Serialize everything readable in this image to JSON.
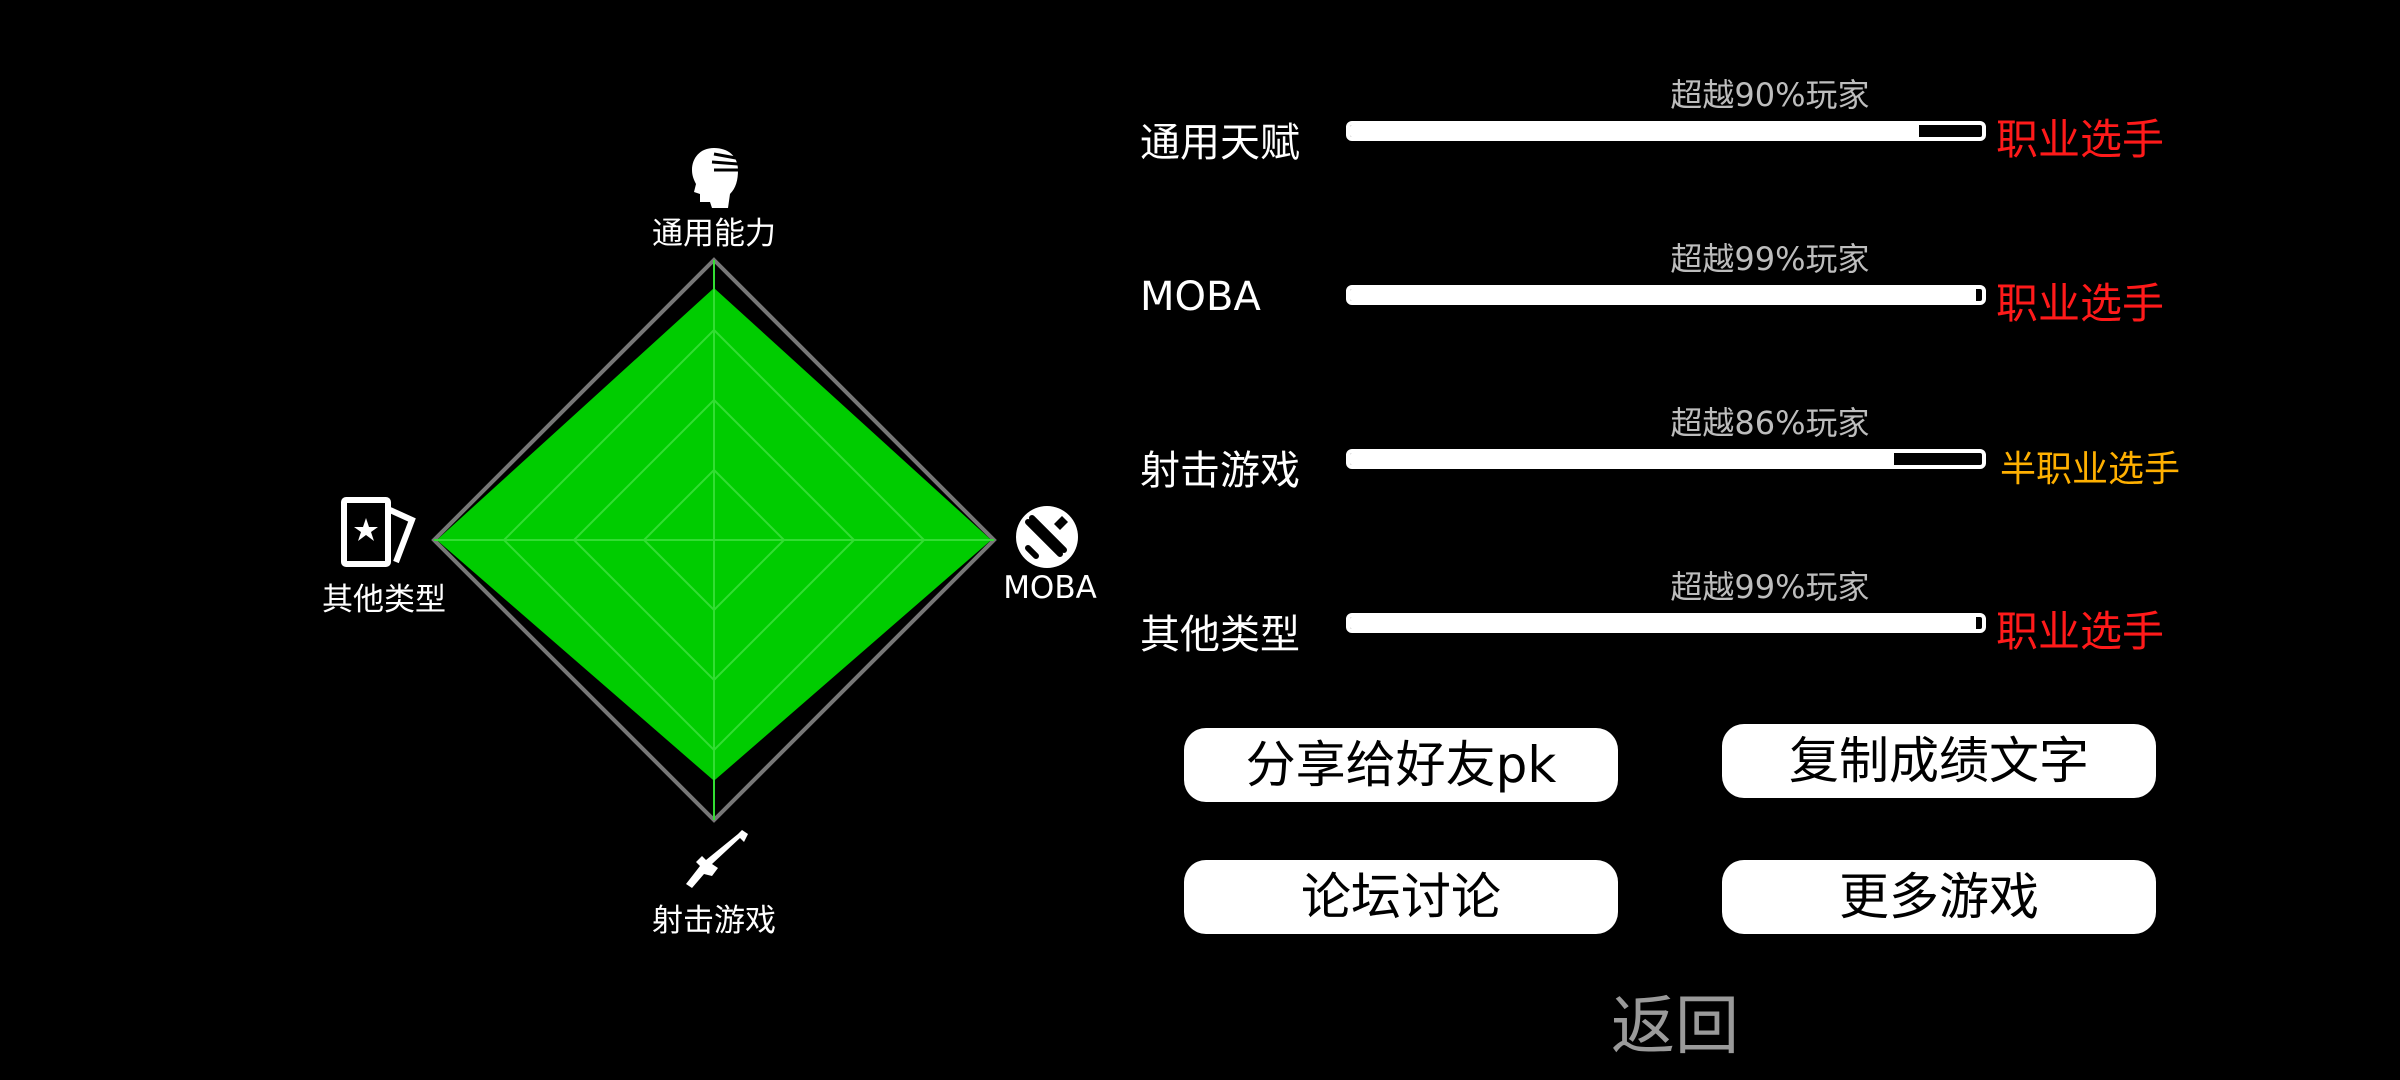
{
  "colors": {
    "background": "#000000",
    "radar_fill": "#00CC00",
    "radar_grid": "#33DD33",
    "radar_outline": "#777777",
    "pro": "#FF1A1A",
    "semi_pro": "#FFB000",
    "percent_text": "#BDBDBD",
    "back_text": "#9A9A9A"
  },
  "chart_data": {
    "type": "radar",
    "axes": [
      "通用能力",
      "MOBA",
      "射击游戏",
      "其他类型"
    ],
    "values": [
      0.9,
      0.99,
      0.86,
      0.99
    ],
    "range": [
      0,
      1
    ],
    "grid_levels": 4
  },
  "radar": {
    "labels": {
      "top": "通用能力",
      "right": "MOBA",
      "bottom": "射击游戏",
      "left": "其他类型"
    },
    "icons": {
      "top": "head-profile-icon",
      "right": "moba-sword-icon",
      "bottom": "rifle-icon",
      "left": "cards-icon"
    }
  },
  "stats": [
    {
      "name": "通用天赋",
      "percent_text": "超越90%玩家",
      "percent": 90,
      "rank": "职业选手",
      "rank_level": "pro"
    },
    {
      "name": "MOBA",
      "percent_text": "超越99%玩家",
      "percent": 99,
      "rank": "职业选手",
      "rank_level": "pro"
    },
    {
      "name": "射击游戏",
      "percent_text": "超越86%玩家",
      "percent": 86,
      "rank": "半职业选手",
      "rank_level": "semi_pro"
    },
    {
      "name": "其他类型",
      "percent_text": "超越99%玩家",
      "percent": 99,
      "rank": "职业选手",
      "rank_level": "pro"
    }
  ],
  "buttons": {
    "share": "分享给好友pk",
    "copy": "复制成绩文字",
    "forum": "论坛讨论",
    "more_games": "更多游戏"
  },
  "back": "返回"
}
